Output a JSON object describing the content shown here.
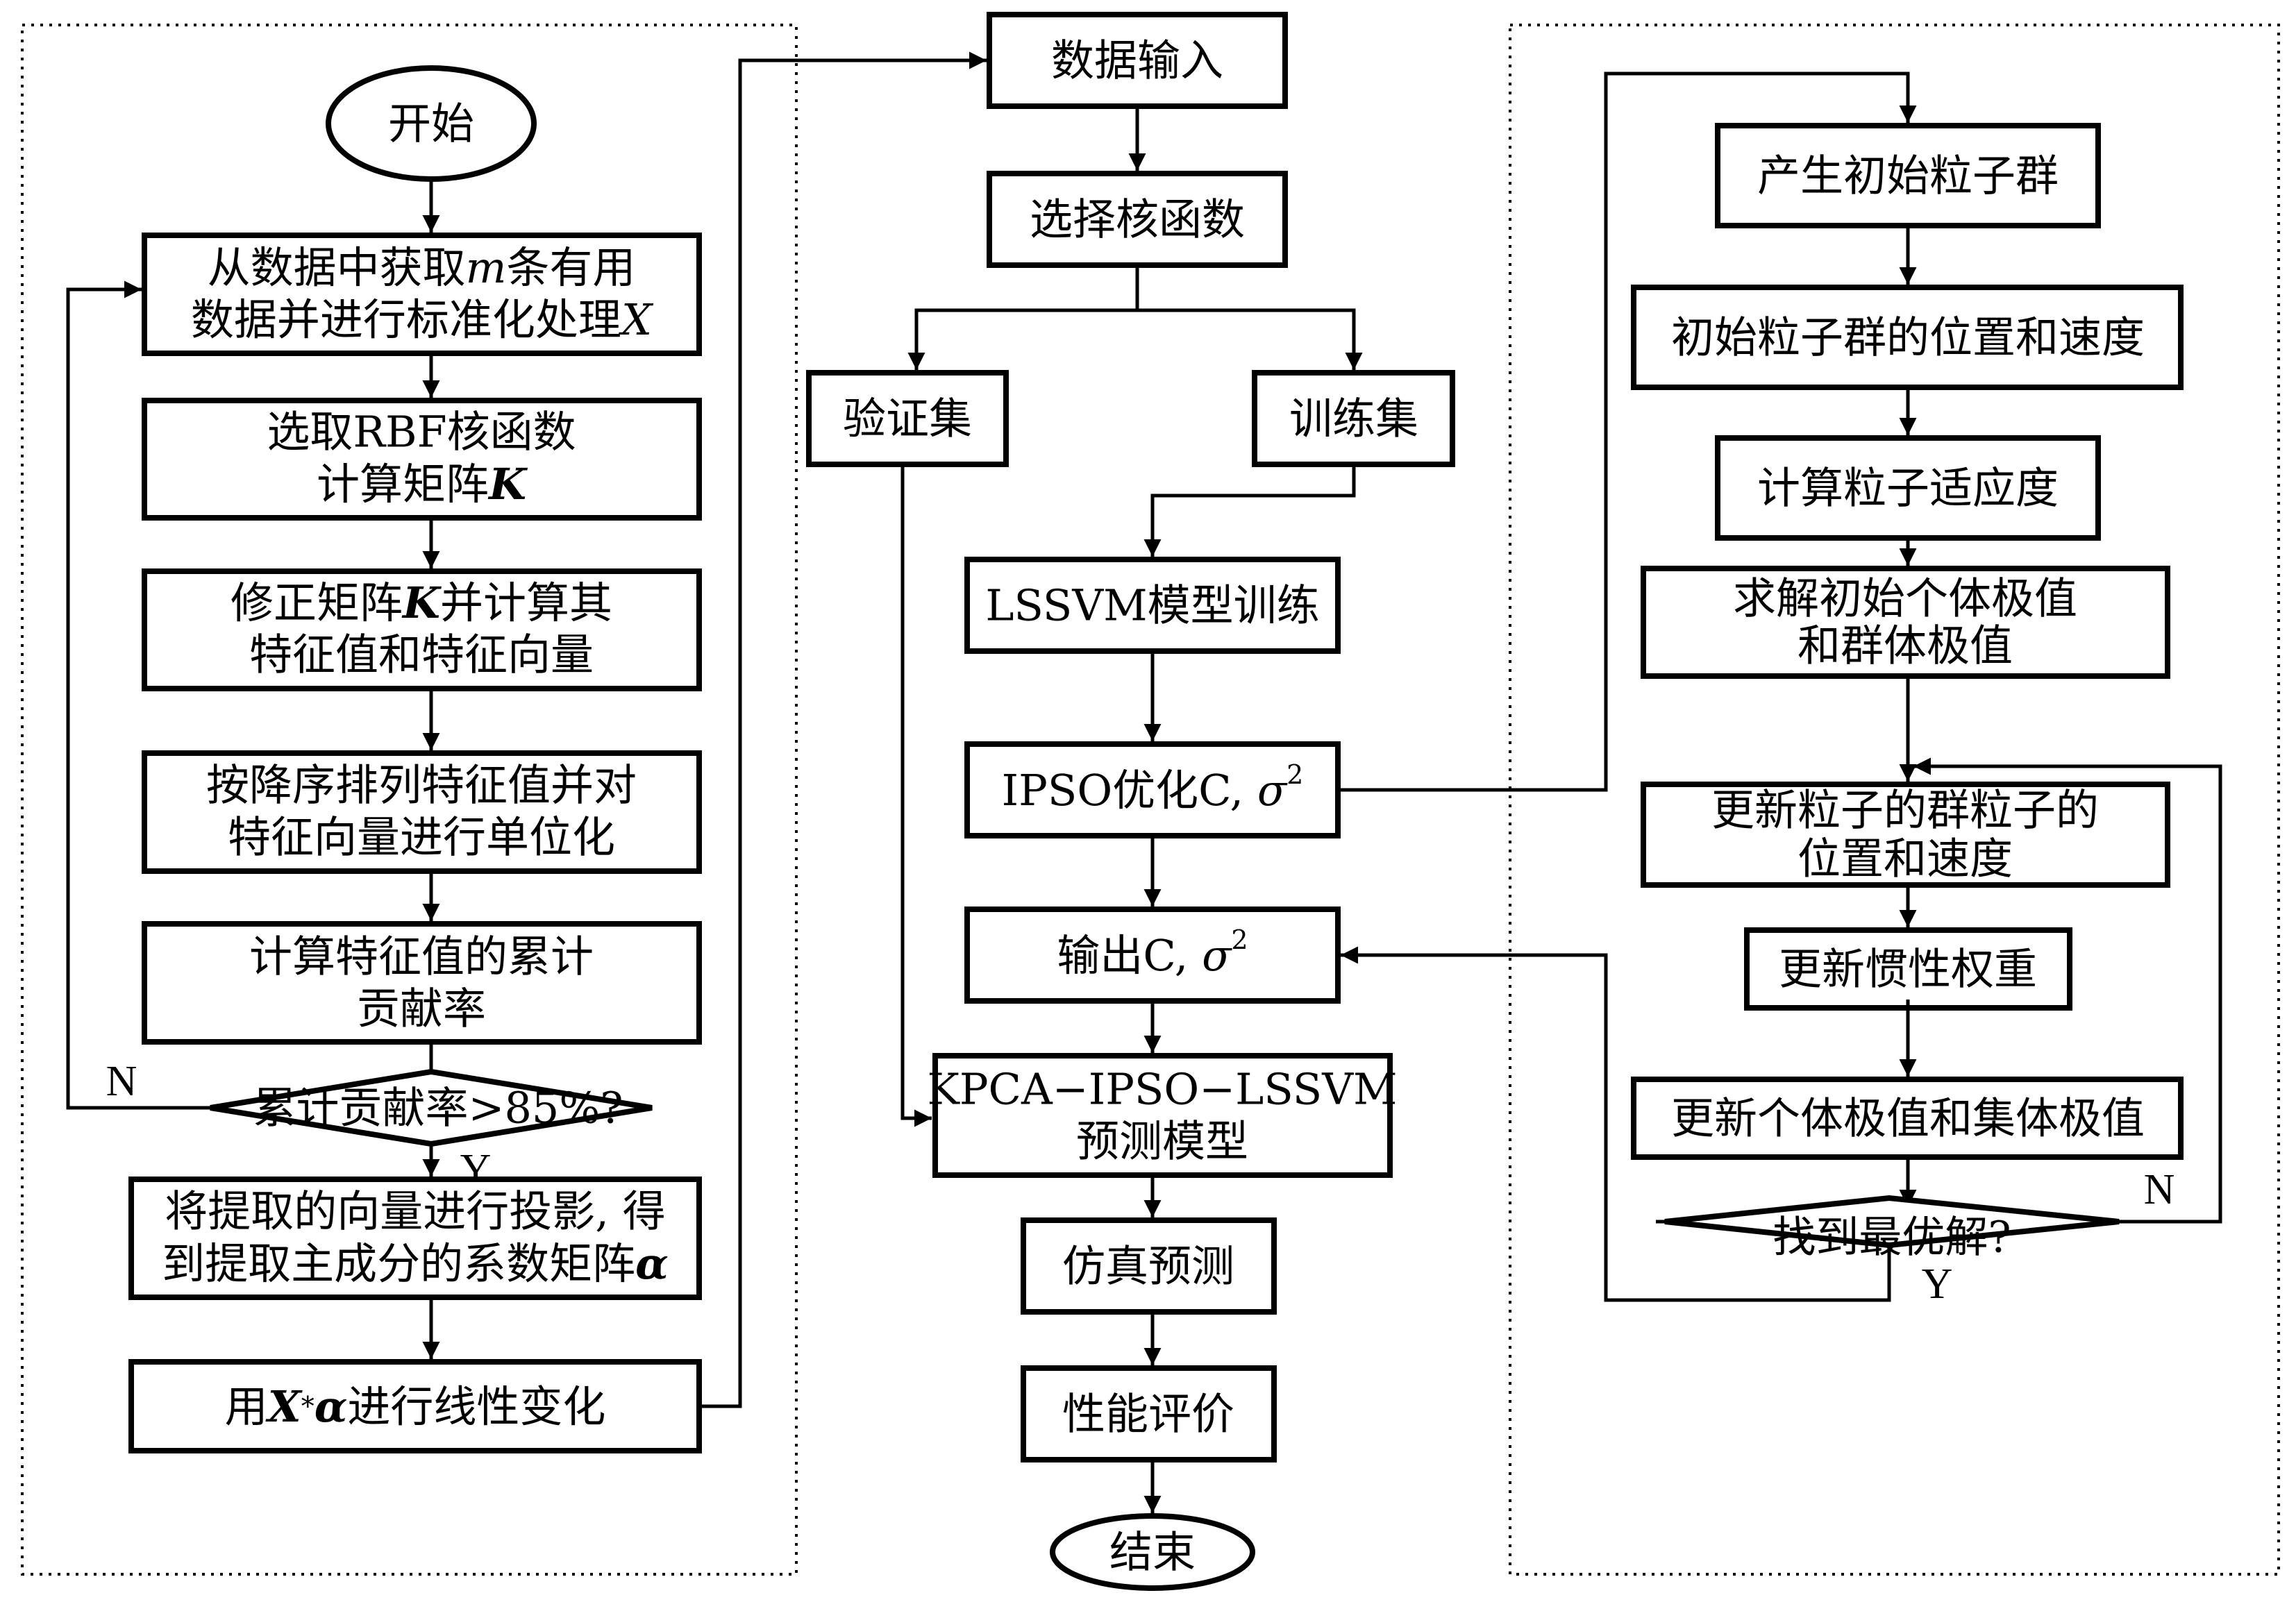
{
  "diagram": {
    "left_panel": {
      "start": "开始",
      "steps": [
        {
          "lines": [
            "从数据中获取",
            "m",
            "条有用",
            "数据并进行标准化处理",
            "X"
          ]
        },
        {
          "lines": [
            "选取RBF核函数",
            "计算矩阵",
            "K"
          ]
        },
        {
          "lines": [
            "修正矩阵",
            "K",
            "并计算其",
            "特征值和特征向量"
          ]
        },
        {
          "lines": [
            "按降序排列特征值并对",
            "特征向量进行单位化"
          ]
        },
        {
          "lines": [
            "计算特征值的累计",
            "贡献率"
          ]
        }
      ],
      "decision": "累计贡献率>85%?",
      "decision_no": "N",
      "decision_yes": "Y",
      "projection": {
        "line1": "将提取的向量进行投影, 得",
        "line2a": "到提取主成分的系数矩阵",
        "line2b": "α"
      },
      "transform": {
        "a": "用",
        "b": "X",
        "c": "*",
        "d": "α",
        "e": "进行线性变化"
      }
    },
    "middle_panel": {
      "data_input": "数据输入",
      "select_kernel": "选择核函数",
      "validation_set": "验证集",
      "training_set": "训练集",
      "lssvm_training": "LSSVM模型训练",
      "ipso_optimize": {
        "text": "IPSO优化C, ",
        "sigma": "σ",
        "exp": "2"
      },
      "output_params": {
        "text": "输出C, ",
        "sigma": "σ",
        "exp": "2"
      },
      "model": {
        "line1": "KPCA−IPSO−LSSVM",
        "line2": "预测模型"
      },
      "simulation": "仿真预测",
      "evaluation": "性能评价",
      "end": "结束"
    },
    "right_panel": {
      "steps": [
        "产生初始粒子群",
        "初始粒子群的位置和速度",
        "计算粒子适应度",
        {
          "line1": "求解初始个体极值",
          "line2": "和群体极值"
        },
        {
          "line1": "更新粒子的群粒子的",
          "line2": "位置和速度"
        },
        "更新惯性权重",
        "更新个体极值和集体极值"
      ],
      "decision": "找到最优解?",
      "decision_no": "N",
      "decision_yes": "Y"
    }
  }
}
